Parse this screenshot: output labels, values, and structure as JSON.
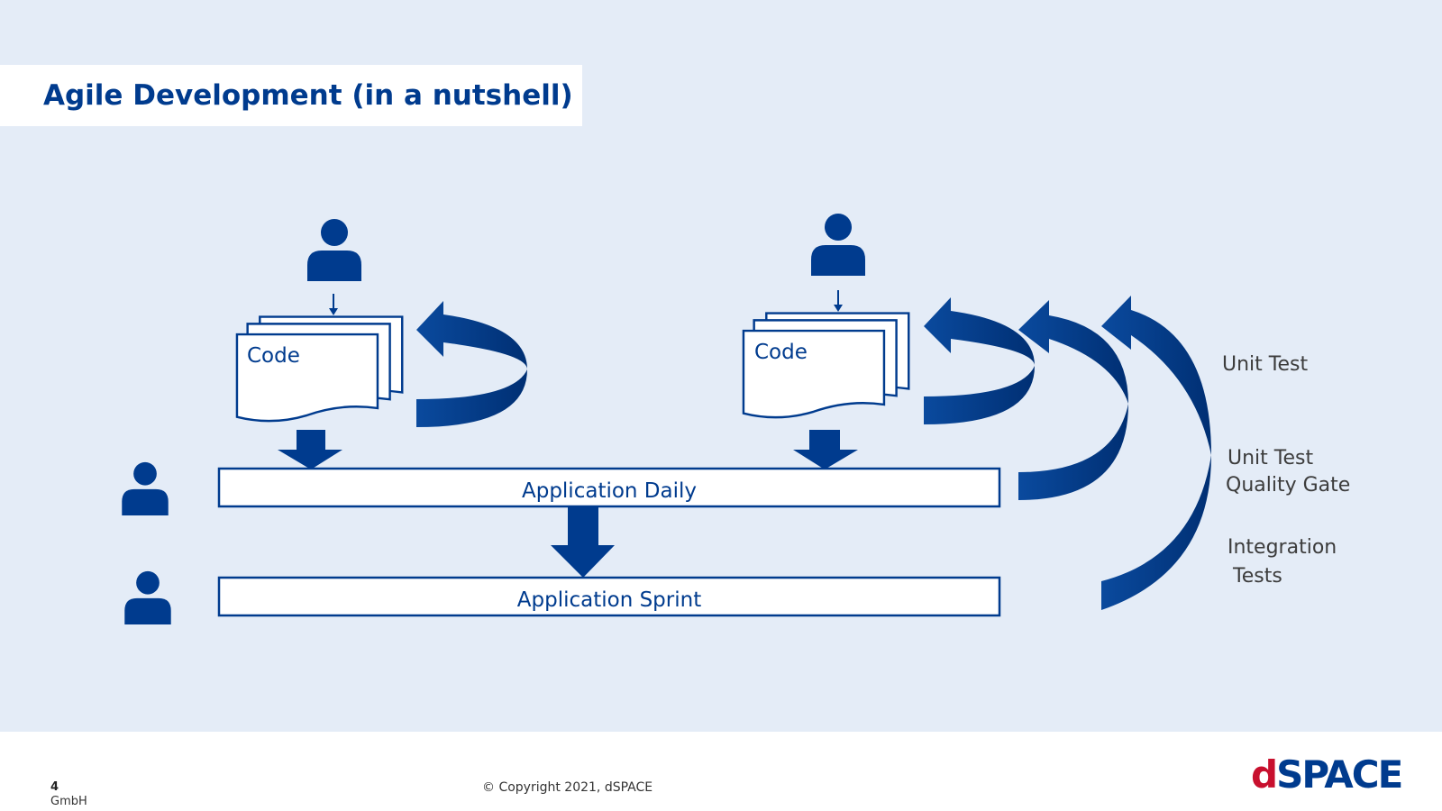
{
  "title": "Agile Development (in a nutshell)",
  "code_label": "Code",
  "bars": {
    "daily": "Application Daily",
    "sprint": "Application Sprint"
  },
  "test_labels": {
    "unit_test": "Unit Test",
    "unit_test_gate_line1": "Unit Test",
    "unit_test_gate_line2": "Quality Gate",
    "integration_line1": "Integration",
    "integration_line2": "Tests"
  },
  "footer": {
    "page_number": "4",
    "company_suffix": "GmbH",
    "copyright": "© Copyright 2021, dSPACE",
    "logo_d": "d",
    "logo_rest": "SPACE"
  },
  "colors": {
    "primary_blue": "#003b8e",
    "background": "#e4ecf7",
    "logo_red": "#c8102e"
  }
}
